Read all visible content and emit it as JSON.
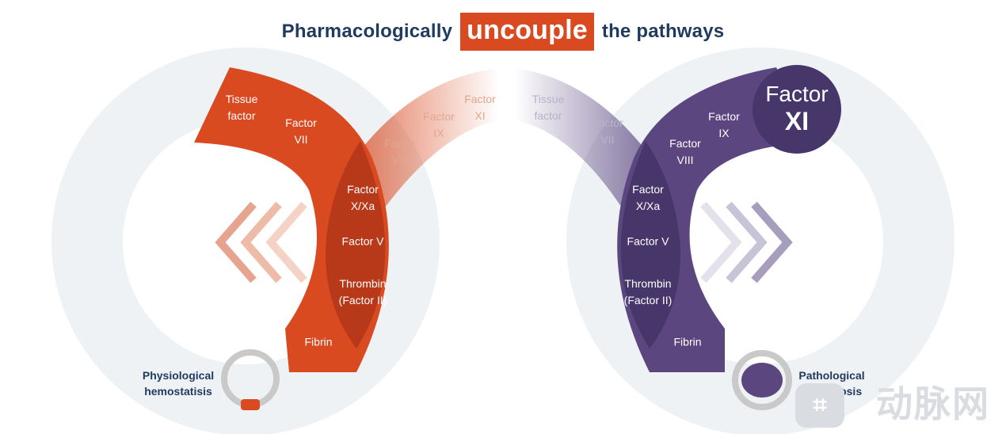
{
  "title": {
    "before": "Pharmacologically",
    "highlight": "uncouple",
    "after": "the pathways"
  },
  "left": {
    "label_lines": [
      "Physiological",
      "hemostatisis"
    ],
    "steps": [
      [
        "Tissue",
        "factor"
      ],
      [
        "Factor",
        "VII"
      ],
      [
        "Factor",
        "VIII"
      ],
      [
        "Factor",
        "IX"
      ],
      [
        "Factor",
        "XI"
      ],
      [
        "Factor",
        "X/Xa"
      ],
      [
        "Factor V"
      ],
      [
        "Thrombin",
        "(Factor II)"
      ],
      [
        "Fibrin"
      ]
    ]
  },
  "right": {
    "label_lines": [
      "Pathological",
      "thrombosis"
    ],
    "steps": [
      [
        "Tissue",
        "factor"
      ],
      [
        "Factor",
        "VII"
      ],
      [
        "Factor",
        "VIII"
      ],
      [
        "Factor",
        "IX"
      ],
      [
        "Factor",
        "X/Xa"
      ],
      [
        "Factor V"
      ],
      [
        "Thrombin",
        "(Factor II)"
      ],
      [
        "Fibrin"
      ]
    ],
    "highlight": [
      "Factor",
      "XI"
    ]
  },
  "watermark": "动脉网",
  "colors": {
    "orange": "#d94a21",
    "orange_dark": "#b8391a",
    "purple": "#5b4680",
    "purple_dark": "#47366a",
    "navy": "#1f3a5f"
  }
}
